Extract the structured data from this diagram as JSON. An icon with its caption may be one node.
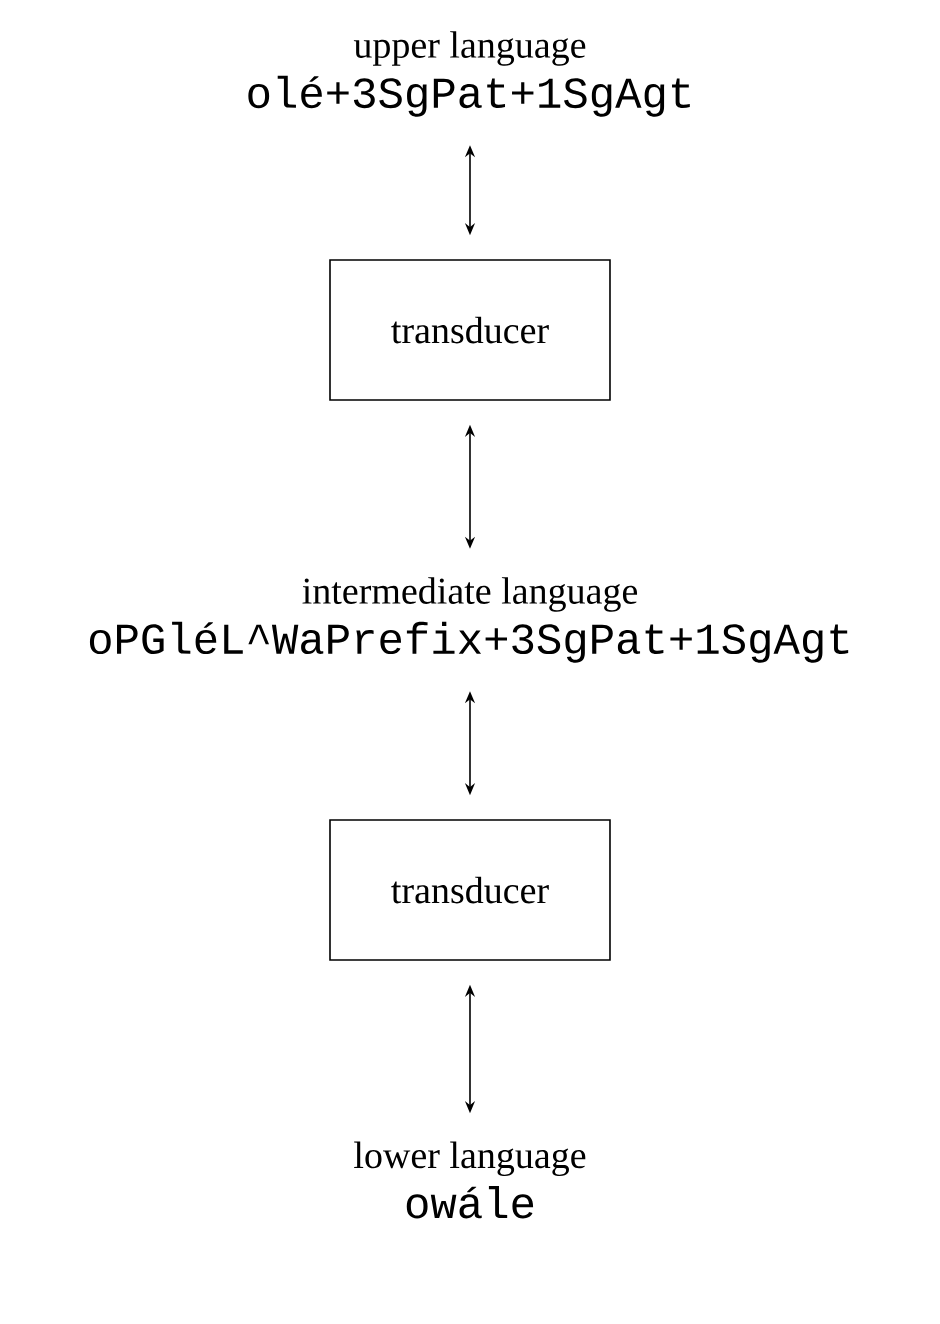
{
  "diagram": {
    "nodes": [
      {
        "text": [
          "upper language",
          "olé+3SgPat+1SgAgt"
        ]
      },
      {
        "text": [
          "transducer"
        ]
      },
      {
        "text": [
          "intermediate language",
          "oPGléL^WaPrefix+3SgPat+1SgAgt"
        ]
      },
      {
        "text": [
          "transducer"
        ]
      },
      {
        "text": [
          "lower language",
          "owále"
        ]
      }
    ],
    "edges": [
      {
        "from": 0,
        "to": 1,
        "arrow": "both"
      },
      {
        "from": 1,
        "to": 2,
        "arrow": "both"
      },
      {
        "from": 2,
        "to": 3,
        "arrow": "both"
      },
      {
        "from": 3,
        "to": 4,
        "arrow": "both"
      }
    ]
  }
}
